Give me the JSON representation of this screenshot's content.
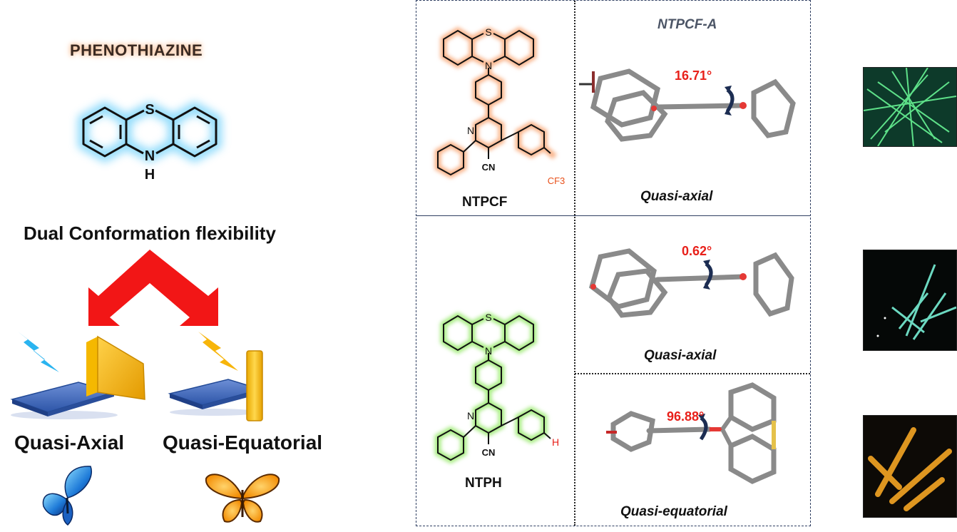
{
  "left": {
    "title": "PHENOTHIAZINE",
    "subtitle": "Dual Conformation flexibility",
    "phen_atoms": {
      "s": "S",
      "n": "N",
      "h": "H"
    },
    "label_axial": "Quasi-Axial",
    "label_equatorial": "Quasi-Equatorial"
  },
  "table": {
    "header": "NTPCF-A",
    "compound1": {
      "name": "NTPCF",
      "n": "N",
      "s": "S",
      "cn": "CN",
      "cf3": "CF3"
    },
    "compound2": {
      "name": "NTPH",
      "n": "N",
      "s": "S",
      "cn": "CN",
      "h": "H"
    },
    "rows": [
      {
        "angle": "16.71°",
        "conformation": "Quasi-axial"
      },
      {
        "angle": "0.62°",
        "conformation": "Quasi-axial"
      },
      {
        "angle": "96.88°",
        "conformation": "Quasi-equatorial"
      }
    ]
  },
  "colors": {
    "accent_orange": "#f58a4b",
    "accent_green": "#7fd35a",
    "glow_blue": "#4fc3f7",
    "arrow_red": "#f21616",
    "table_border": "#2f3f62",
    "angle_red": "#e8201a"
  }
}
